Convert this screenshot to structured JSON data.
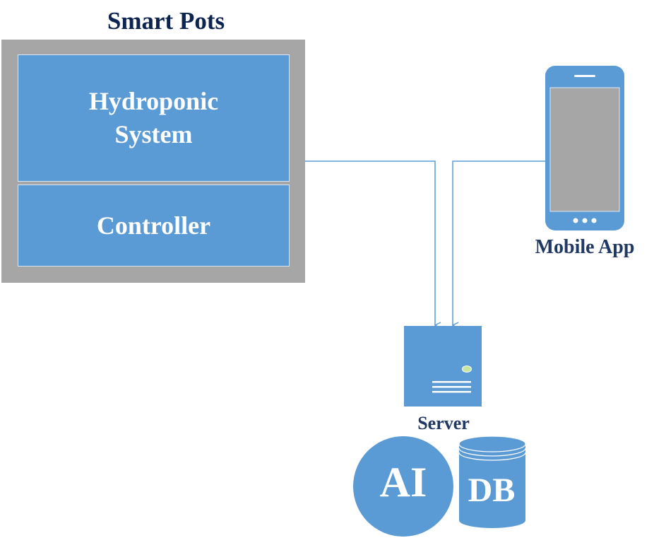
{
  "title": "Smart Pots",
  "blocks": {
    "hydroponic": "Hydroponic\nSystem",
    "controller": "Controller"
  },
  "labels": {
    "mobile_app": "Mobile App",
    "server": "Server",
    "ai": "AI",
    "db": "DB"
  },
  "colors": {
    "block_fill": "#5b9bd5",
    "frame_gray": "#a6a6a6",
    "title_navy": "#0d2451",
    "connector": "#5b9bd5"
  },
  "icons": [
    "smartphone-icon",
    "server-icon",
    "ai-circle-icon",
    "database-icon"
  ]
}
